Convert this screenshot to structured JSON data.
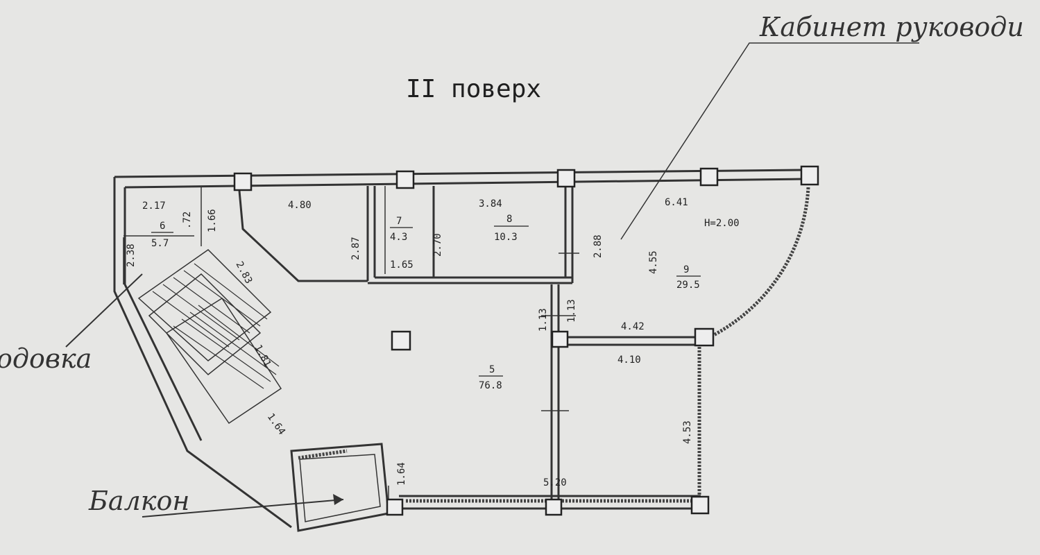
{
  "floor_title": "II поверх",
  "annotations": {
    "cabinet": "Кабинет руководи",
    "balcony": "Балкон",
    "stairs": "одовка"
  },
  "rooms": [
    {
      "id": "r5",
      "number": "5",
      "area": "76.8"
    },
    {
      "id": "r6",
      "number": "6",
      "area": "5.7"
    },
    {
      "id": "r7",
      "number": "7",
      "area": "4.3"
    },
    {
      "id": "r8",
      "number": "8",
      "area": "10.3"
    },
    {
      "id": "r9",
      "number": "9",
      "area": "29.5"
    }
  ],
  "dimensions": [
    {
      "id": "d1",
      "text": "2.17"
    },
    {
      "id": "d2",
      "text": ".72"
    },
    {
      "id": "d3",
      "text": "1.66"
    },
    {
      "id": "d4",
      "text": "4.80"
    },
    {
      "id": "d5",
      "text": "2.87"
    },
    {
      "id": "d6",
      "text": "2.70"
    },
    {
      "id": "d7",
      "text": "1.65"
    },
    {
      "id": "d8",
      "text": "3.84"
    },
    {
      "id": "d9",
      "text": "2.88"
    },
    {
      "id": "d10",
      "text": "6.41"
    },
    {
      "id": "d11",
      "text": "H=2.00"
    },
    {
      "id": "d12",
      "text": "4.55"
    },
    {
      "id": "d13",
      "text": "2.83"
    },
    {
      "id": "d14",
      "text": "1.81"
    },
    {
      "id": "d15",
      "text": "1.64"
    },
    {
      "id": "d16",
      "text": "1.13"
    },
    {
      "id": "d17",
      "text": "1.13"
    },
    {
      "id": "d18",
      "text": "4.42"
    },
    {
      "id": "d19",
      "text": "4.10"
    },
    {
      "id": "d20",
      "text": "4.53"
    },
    {
      "id": "d21",
      "text": "1.64"
    },
    {
      "id": "d22",
      "text": "5.20"
    },
    {
      "id": "d23",
      "text": "2.38"
    }
  ]
}
